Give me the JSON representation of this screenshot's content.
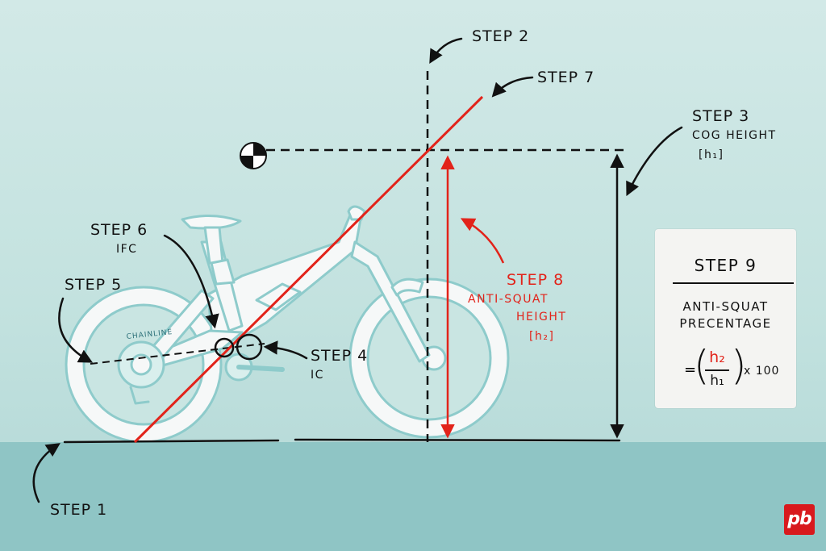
{
  "labels": {
    "step1": "STEP 1",
    "step2": "STEP 2",
    "step3": "STEP 3",
    "step3_sub1": "COG HEIGHT",
    "step3_sub2": "[h₁]",
    "step4": "STEP 4",
    "step4_sub": "IC",
    "step5": "STEP 5",
    "step6": "STEP 6",
    "step6_sub": "IFC",
    "step7": "STEP 7",
    "step8": "STEP 8",
    "step8_sub1": "ANTI-SQUAT",
    "step8_sub2": "HEIGHT",
    "step8_sub3": "[h₂]",
    "chainline": "CHAINLINE"
  },
  "card": {
    "title": "STEP 9",
    "line1": "ANTI-SQUAT",
    "line2": "PRECENTAGE",
    "equals": "=",
    "numerator": "h₂",
    "denominator": "h₁",
    "multiplier": "x 100"
  },
  "logo": "pb",
  "colors": {
    "sky": "#c9e5e2",
    "ground": "#8fc5c5",
    "bike_outline": "#8ecbcb",
    "accent_red": "#e2231a",
    "ink": "#111111",
    "card": "#f4f4f2"
  }
}
